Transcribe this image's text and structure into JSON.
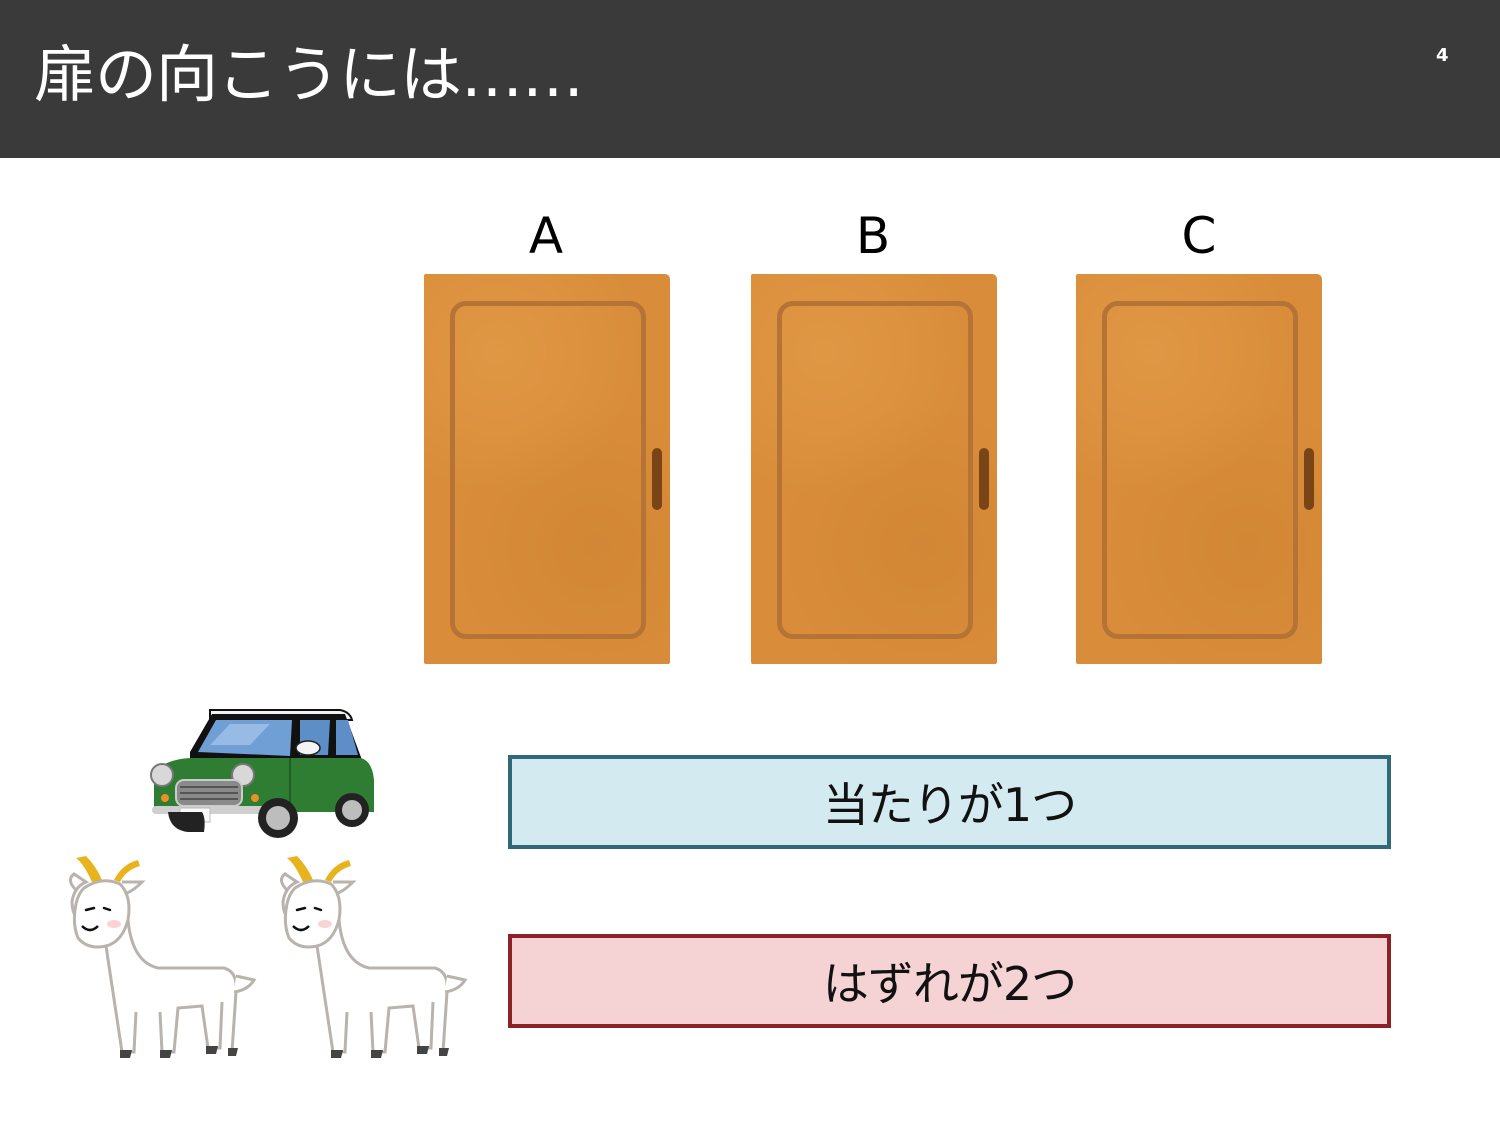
{
  "slide": {
    "title": "扉の向こうには……",
    "page_number": "4"
  },
  "doors": [
    {
      "label": "A",
      "color": "#d98d3a"
    },
    {
      "label": "B",
      "color": "#d98d3a"
    },
    {
      "label": "C",
      "color": "#d98d3a"
    }
  ],
  "illustrations": {
    "car": "green-mini-car",
    "goats": [
      "white-goat",
      "white-goat"
    ]
  },
  "boxes": {
    "hit": {
      "text": "当たりが1つ",
      "fill": "#d4eaf1",
      "border": "#31697a"
    },
    "miss": {
      "text": "はずれが2つ",
      "fill": "#f5d3d4",
      "border": "#8b2226"
    }
  }
}
